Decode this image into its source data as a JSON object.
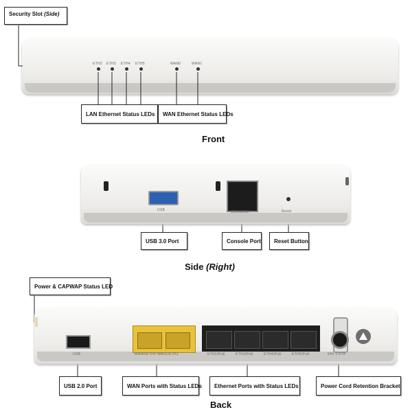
{
  "front": {
    "caption": "Front",
    "callout_security": "Security Slot",
    "callout_security_side": "(Side)",
    "callout_lan": "LAN Ethernet Status LEDs",
    "callout_wan": "WAN Ethernet Status LEDs",
    "led_labels": [
      "ETH2",
      "ETH3",
      "ETH4",
      "ETH5",
      "WAN0",
      "WAN1"
    ]
  },
  "side": {
    "caption": "Side",
    "caption_italic": "(Right)",
    "callout_usb": "USB 3.0 Port",
    "callout_console": "Console Port",
    "callout_reset": "Reset Button",
    "label_usb": "USB",
    "label_console": "CONSOLE",
    "label_reset": "Reset"
  },
  "back": {
    "caption": "Back",
    "callout_power_led": "Power & CAPWAP Status LED",
    "callout_usb2": "USB 2.0 Port",
    "callout_wan_ports": "WAN Ports with Status LEDs",
    "callout_eth_ports": "Ethernet Ports with Status LEDs",
    "callout_power_cord": "Power Cord Retention Bracket",
    "label_usb": "USB",
    "label_wan": "WAN0/ETH0  WAN1/ETH1",
    "label_eth": [
      "ETH2/PoE",
      "ETH3/PoE",
      "ETH4/PoE",
      "ETH5/PoE"
    ],
    "label_power": "54V 1.67A"
  },
  "colors": {
    "device_body": "#f1f1ef",
    "device_base": "#cfcfcc",
    "wan_port": "#e8c23a",
    "eth_port": "#1e1e1e"
  }
}
